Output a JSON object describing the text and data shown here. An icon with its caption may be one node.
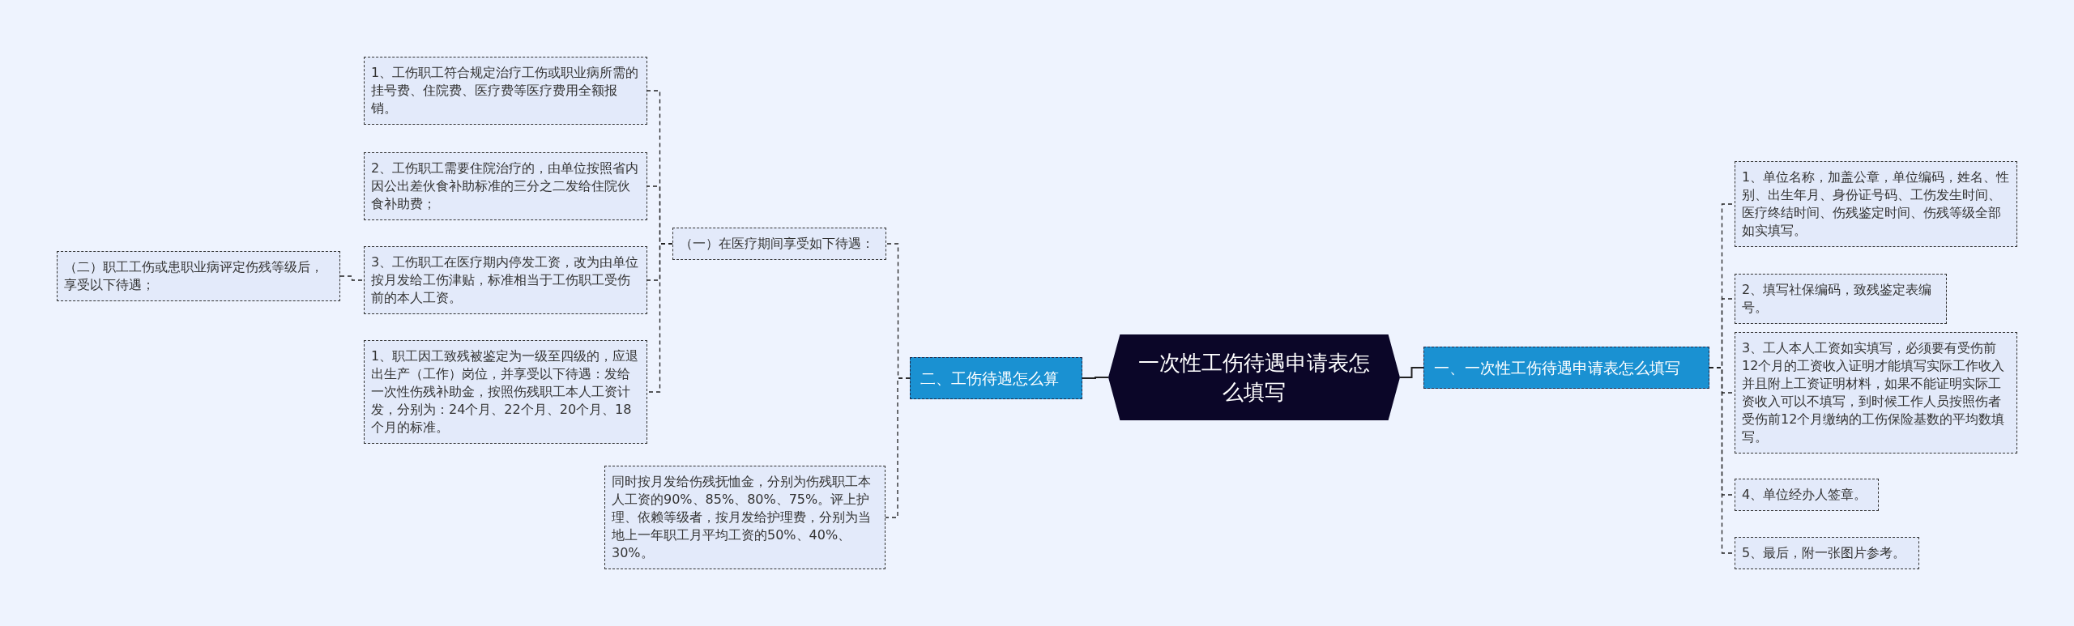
{
  "diagram": {
    "nodes": [
      {
        "text": [
          "一次性工伤待遇申请表怎么填写"
        ]
      },
      {
        "text": [
          "二、工伤待遇怎么算"
        ]
      },
      {
        "text": [
          "（一）在医疗期间享受如下待遇："
        ]
      },
      {
        "text": [
          "1、工伤职工符合规定治疗工伤或职业病所需的挂号费、住院费、医疗费等医疗费用全额报销。"
        ]
      },
      {
        "text": [
          "2、工伤职工需要住院治疗的，由单位按照省内因公出差伙食补助标准的三分之二发给住院伙食补助费；"
        ]
      },
      {
        "text": [
          "3、工伤职工在医疗期内停发工资，改为由单位按月发给工伤津贴，标准相当于工伤职工受伤前的本人工资。"
        ]
      },
      {
        "text": [
          "（二）职工工伤或患职业病评定伤残等级后，享受以下待遇；"
        ]
      },
      {
        "text": [
          "1、职工因工致残被鉴定为一级至四级的，应退出生产（工作）岗位，并享受以下待遇：发给一次性伤残补助金，按照伤残职工本人工资计发，分别为：24个月、22个月、20个月、18个月的标准。"
        ]
      },
      {
        "text": [
          "同时按月发给伤残抚恤金，分别为伤残职工本人工资的90%、85%、80%、75%。评上护理、依赖等级者，按月发给护理费，分别为当地上一年职工月平均工资的50%、40%、30%。"
        ]
      },
      {
        "text": [
          "一、一次性工伤待遇申请表怎么填写"
        ]
      },
      {
        "text": [
          "1、单位名称，加盖公章，单位编码，姓名、性别、出生年月、身份证号码、工伤发生时间、医疗终结时间、伤残鉴定时间、伤残等级全部如实填写。"
        ]
      },
      {
        "text": [
          "2、填写社保编码，致残鉴定表编号。"
        ]
      },
      {
        "text": [
          "3、工人本人工资如实填写，必须要有受伤前12个月的工资收入证明才能填写实际工作收入并且附上工资证明材料，如果不能证明实际工资收入可以不填写，到时候工作人员按照伤者受伤前12个月缴纳的工伤保险基数的平均数填写。"
        ]
      },
      {
        "text": [
          "4、单位经办人签章。"
        ]
      },
      {
        "text": [
          "5、最后，附一张图片参考。"
        ]
      }
    ],
    "edges": [
      {
        "from": 0,
        "to": 1,
        "arrow": "none"
      },
      {
        "from": 0,
        "to": 9,
        "arrow": "none"
      },
      {
        "from": 1,
        "to": 2,
        "arrow": "none",
        "style": "dashed"
      },
      {
        "from": 1,
        "to": 8,
        "arrow": "none",
        "style": "dashed"
      },
      {
        "from": 2,
        "to": 3,
        "arrow": "none",
        "style": "dashed"
      },
      {
        "from": 2,
        "to": 4,
        "arrow": "none",
        "style": "dashed"
      },
      {
        "from": 2,
        "to": 5,
        "arrow": "none",
        "style": "dashed"
      },
      {
        "from": 2,
        "to": 7,
        "arrow": "none",
        "style": "dashed"
      },
      {
        "from": 6,
        "to": 5,
        "arrow": "none",
        "style": "dashed"
      },
      {
        "from": 9,
        "to": 10,
        "arrow": "none",
        "style": "dashed"
      },
      {
        "from": 9,
        "to": 11,
        "arrow": "none",
        "style": "dashed"
      },
      {
        "from": 9,
        "to": 12,
        "arrow": "none",
        "style": "dashed"
      },
      {
        "from": 9,
        "to": 13,
        "arrow": "none",
        "style": "dashed"
      },
      {
        "from": 9,
        "to": 14,
        "arrow": "none",
        "style": "dashed"
      }
    ]
  }
}
